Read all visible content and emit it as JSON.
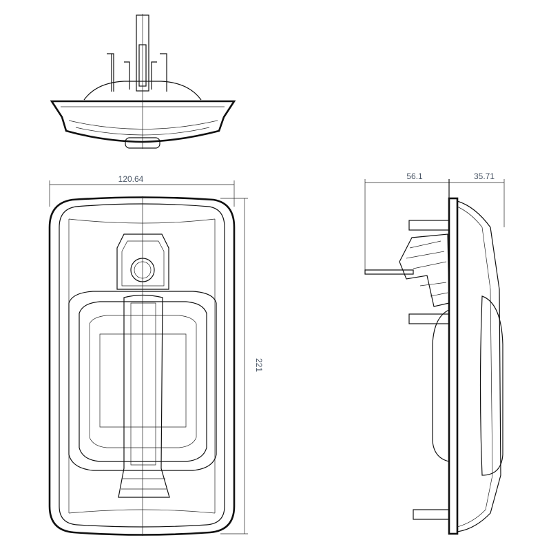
{
  "dimensions": {
    "width": "120.64",
    "height": "221",
    "depth_rear": "56.1",
    "depth_front": "35.71"
  },
  "colors": {
    "line": "#111111",
    "dimension_text": "#4a5666"
  }
}
